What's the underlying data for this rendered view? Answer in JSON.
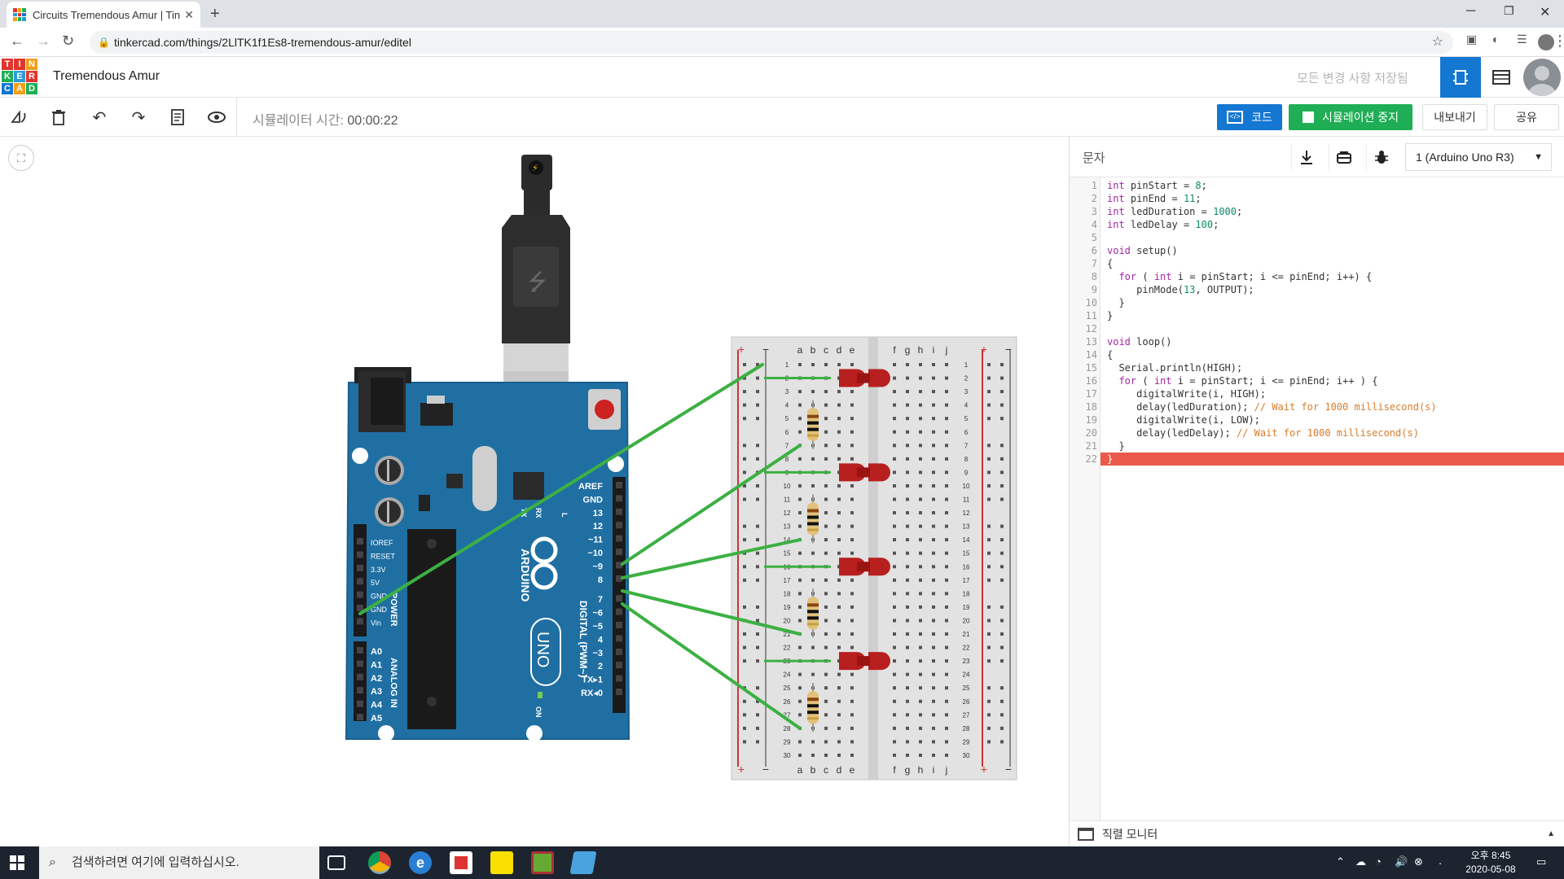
{
  "browser": {
    "tab_title": "Circuits Tremendous Amur | Tin",
    "url": "tinkercad.com/things/2LlTK1f1Es8-tremendous-amur/editel"
  },
  "logo": {
    "letters": [
      "T",
      "I",
      "N",
      "K",
      "E",
      "R",
      "C",
      "A",
      "D"
    ],
    "colors": [
      "#e1352d",
      "#e1352d",
      "#f29f1b",
      "#1fae56",
      "#2a9cd8",
      "#e1352d",
      "#1477d1",
      "#f29f1b",
      "#1fae56"
    ]
  },
  "app": {
    "project_name": "Tremendous Amur",
    "save_status": "모든 변경 사항 저장됨"
  },
  "toolbar": {
    "sim_time_label": "시뮬레이터 시간: ",
    "sim_time_value": "00:00:22",
    "code_label": "코드",
    "stop_label": "시뮬레이션 중지",
    "export_label": "내보내기",
    "share_label": "공유"
  },
  "code_panel": {
    "mode": "문자",
    "device": "1 (Arduino Uno R3)",
    "lines": [
      "int pinStart = 8;",
      "int pinEnd = 11;",
      "int ledDuration = 1000;",
      "int ledDelay = 100;",
      "",
      "void setup()",
      "{",
      "  for ( int i = pinStart; i <= pinEnd; i++) {",
      "     pinMode(13, OUTPUT);",
      "  }",
      "}",
      "",
      "void loop()",
      "{",
      "  Serial.println(HIGH);",
      "  for ( int i = pinStart; i <= pinEnd; i++ ) {",
      "     digitalWrite(i, HIGH);",
      "     delay(ledDuration); // Wait for 1000 millisecond(s)",
      "     digitalWrite(i, LOW);",
      "     delay(ledDelay); // Wait for 1000 millisecond(s)",
      "  }",
      "}"
    ],
    "error_line": 22,
    "serial_monitor": "직렬 모니터"
  },
  "board": {
    "name": "ARDUINO",
    "model": "UNO",
    "digital_label": "DIGITAL (PWM~)",
    "power_label": "POWER",
    "analog_label": "ANALOG IN",
    "digital_pins": [
      "AREF",
      "GND",
      "13",
      "12",
      "~11",
      "~10",
      "~9",
      "8",
      "7",
      "~6",
      "~5",
      "4",
      "~3",
      "2",
      "TX▸1",
      "RX◂0"
    ],
    "power_pins": [
      "IOREF",
      "RESET",
      "3.3V",
      "5V",
      "GND",
      "GND",
      "Vin"
    ],
    "analog_pins": [
      "A0",
      "A1",
      "A2",
      "A3",
      "A4",
      "A5"
    ],
    "on_label": "ON",
    "tx_label": "TX",
    "rx_label": "RX",
    "l_label": "L"
  },
  "breadboard": {
    "cols_left": [
      "a",
      "b",
      "c",
      "d",
      "e"
    ],
    "cols_right": [
      "f",
      "g",
      "h",
      "i",
      "j"
    ],
    "rows": 30,
    "plus": "+",
    "minus": "−"
  },
  "taskbar": {
    "search_placeholder": "검색하려면 여기에 입력하십시오.",
    "time": "오후 8:45",
    "date": "2020-05-08"
  }
}
